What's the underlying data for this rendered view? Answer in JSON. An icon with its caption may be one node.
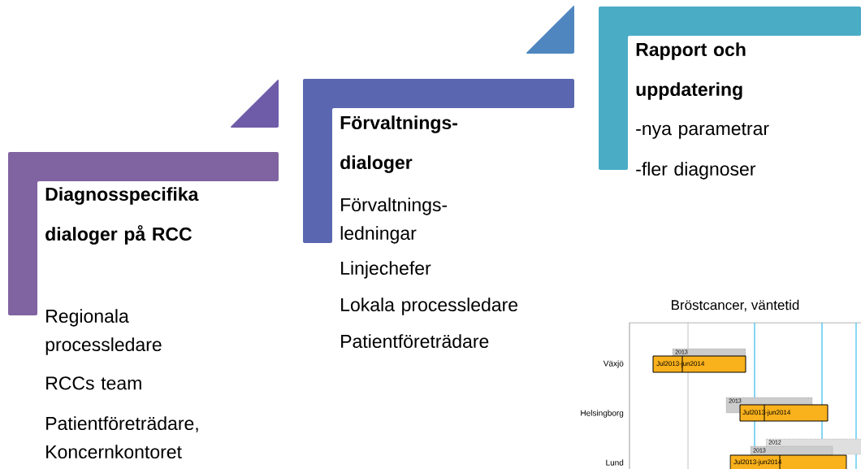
{
  "diagram": {
    "nodes": [
      {
        "text": [
          "Diagnosspecifika dialoger på RCC",
          "Regionala processledare",
          "RCCs team",
          "Patientföreträdare, Koncernkontoret"
        ]
      },
      {
        "text": [
          "Förvaltnings-dialoger",
          "Förvaltnings-ledningar",
          "Linjechefer",
          "Lokala processledare",
          "Patientföreträdare"
        ]
      },
      {
        "text": [
          "Rapport och uppdatering",
          "-nya parametrar",
          "-fler diagnoser"
        ]
      }
    ],
    "labels": [
      "Bröstcancer, väntetid",
      "2013",
      "Växjö",
      "Jul2013-jun2014",
      "2013",
      "Helsingborg",
      "Jul2013-jun2014",
      "2012",
      "2013",
      "Lund",
      "Jul2013-jun2014"
    ]
  }
}
